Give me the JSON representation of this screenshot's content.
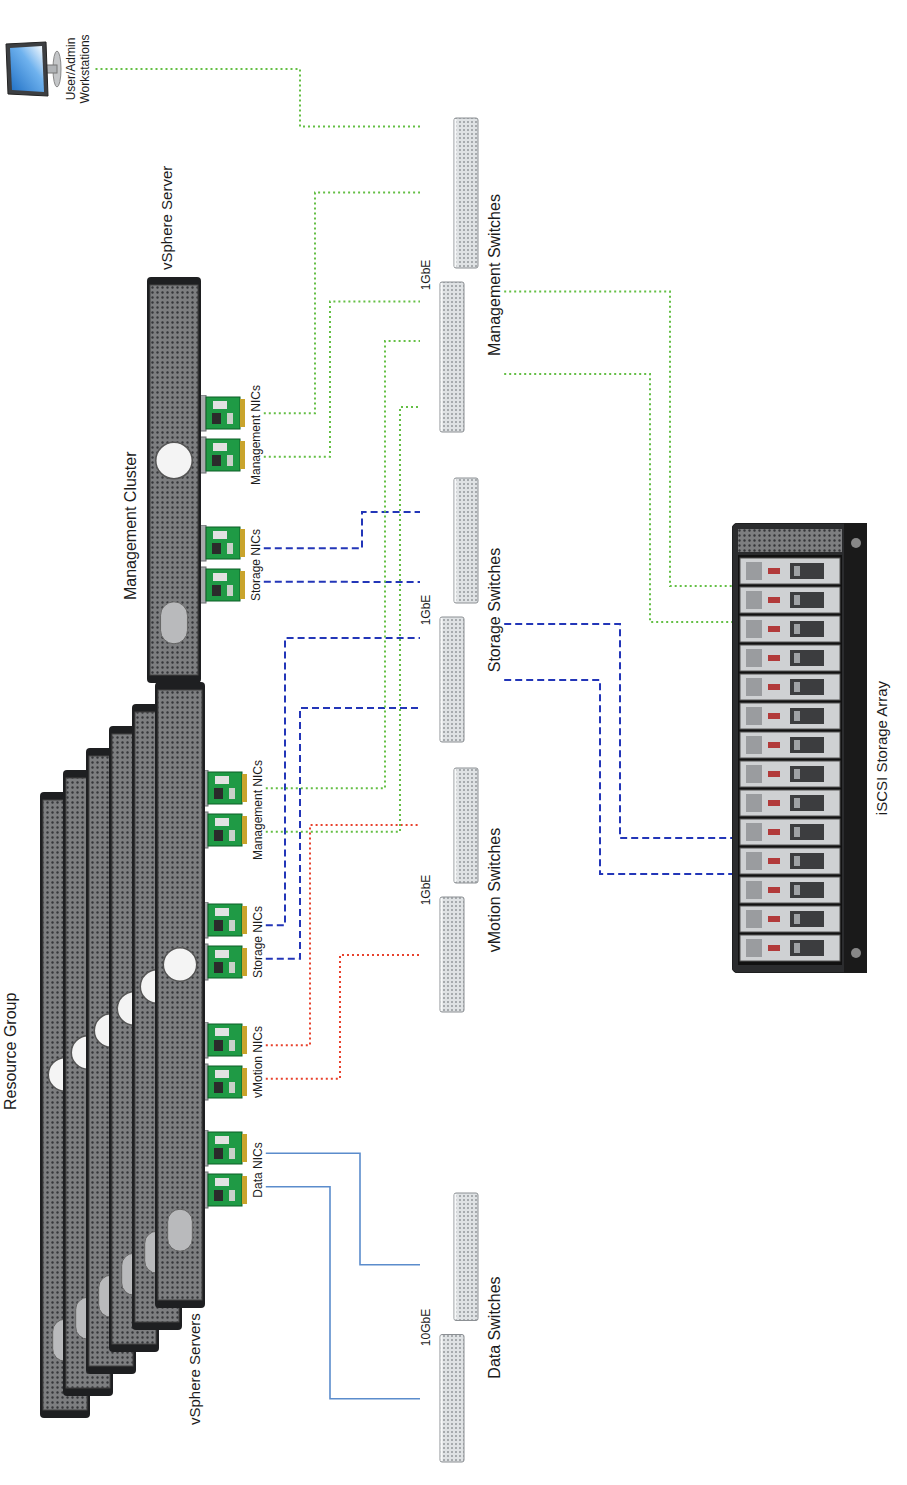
{
  "diagram": {
    "nodes": [
      {
        "text": [
          "Resource Group",
          "vSphere Servers"
        ]
      },
      {
        "text": [
          "Data NICs"
        ],
        "in": 0
      },
      {
        "text": [
          "vMotion NICs"
        ],
        "in": 0
      },
      {
        "text": [
          "Storage NICs"
        ],
        "in": 0
      },
      {
        "text": [
          "Management NICs"
        ],
        "in": 0
      },
      {
        "text": [
          "Management Cluster",
          "vSphere Server"
        ]
      },
      {
        "text": [
          "Storage NICs"
        ],
        "in": 5
      },
      {
        "text": [
          "Management NICs"
        ],
        "in": 5
      },
      {
        "text": [
          "User/Admin Workstations"
        ]
      },
      {
        "text": [
          "10GbE",
          "Data Switches"
        ]
      },
      {
        "text": [
          "1GbE",
          "vMotion Switches"
        ]
      },
      {
        "text": [
          "1GbE",
          "Storage Switches"
        ]
      },
      {
        "text": [
          "1GbE",
          "Management Switches"
        ]
      },
      {
        "text": [
          "iSCSI Storage Array"
        ]
      }
    ],
    "edges": [
      {
        "from": 1,
        "to": 9,
        "arrow": "none"
      },
      {
        "from": 1,
        "to": 9,
        "arrow": "none"
      },
      {
        "from": 2,
        "to": 10,
        "arrow": "none"
      },
      {
        "from": 2,
        "to": 10,
        "arrow": "none"
      },
      {
        "from": 3,
        "to": 11,
        "arrow": "none"
      },
      {
        "from": 3,
        "to": 11,
        "arrow": "none"
      },
      {
        "from": 6,
        "to": 11,
        "arrow": "none"
      },
      {
        "from": 6,
        "to": 11,
        "arrow": "none"
      },
      {
        "from": 4,
        "to": 12,
        "arrow": "none"
      },
      {
        "from": 4,
        "to": 12,
        "arrow": "none"
      },
      {
        "from": 7,
        "to": 12,
        "arrow": "none"
      },
      {
        "from": 7,
        "to": 12,
        "arrow": "none"
      },
      {
        "from": 11,
        "to": 13,
        "arrow": "none"
      },
      {
        "from": 11,
        "to": 13,
        "arrow": "none"
      },
      {
        "from": 12,
        "to": 13,
        "arrow": "none"
      },
      {
        "from": 12,
        "to": 13,
        "arrow": "none"
      },
      {
        "from": 12,
        "to": 8,
        "arrow": "none"
      }
    ]
  }
}
